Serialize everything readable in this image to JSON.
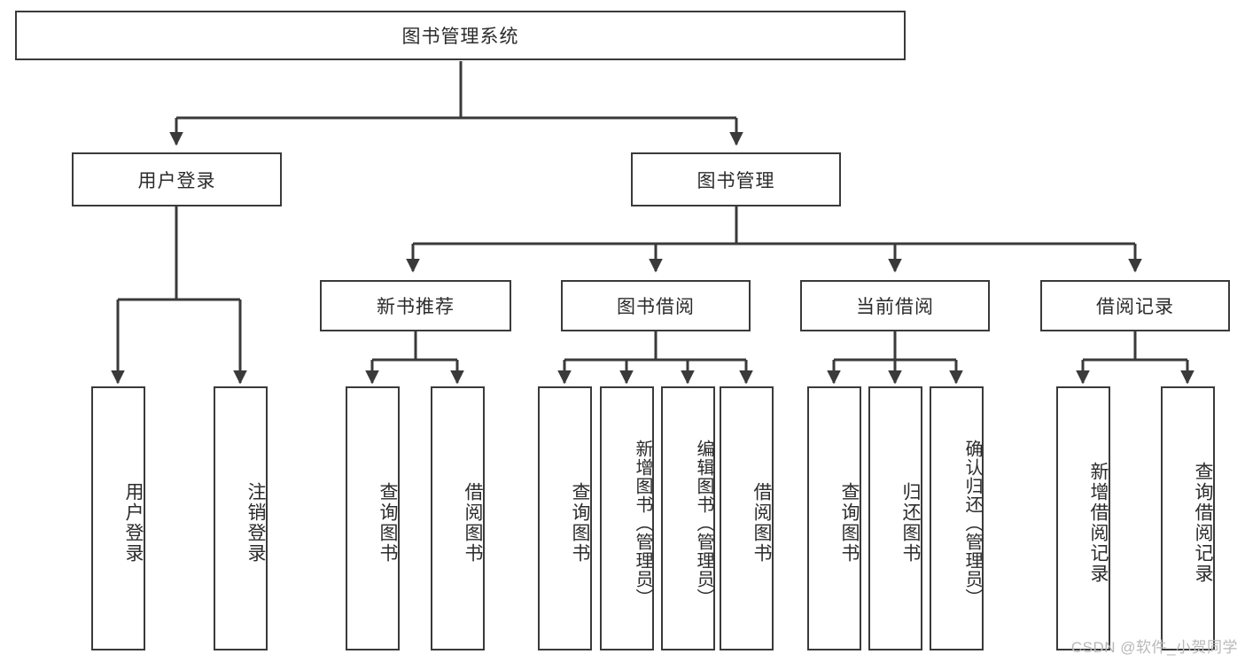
{
  "diagram": {
    "title": "图书管理系统",
    "type": "tree-hierarchy",
    "root": {
      "id": "root",
      "label": "图书管理系统"
    },
    "level2": [
      {
        "id": "user-login",
        "label": "用户登录"
      },
      {
        "id": "book-manage",
        "label": "图书管理"
      }
    ],
    "level3": [
      {
        "id": "new-book-rec",
        "label": "新书推荐",
        "parent": "book-manage"
      },
      {
        "id": "book-borrow",
        "label": "图书借阅",
        "parent": "book-manage"
      },
      {
        "id": "current-borrow",
        "label": "当前借阅",
        "parent": "book-manage"
      },
      {
        "id": "borrow-record",
        "label": "借阅记录",
        "parent": "book-manage"
      }
    ],
    "leaves": [
      {
        "id": "leaf-user-login",
        "label": "用户登录",
        "parent": "user-login"
      },
      {
        "id": "leaf-logout",
        "label": "注销登录",
        "parent": "user-login"
      },
      {
        "id": "leaf-query-book-1",
        "label": "查询图书",
        "parent": "new-book-rec"
      },
      {
        "id": "leaf-borrow-book-1",
        "label": "借阅图书",
        "parent": "new-book-rec"
      },
      {
        "id": "leaf-query-book-2",
        "label": "查询图书",
        "parent": "book-borrow"
      },
      {
        "id": "leaf-add-book",
        "label": "新增图书（管理员）",
        "parent": "book-borrow"
      },
      {
        "id": "leaf-edit-book",
        "label": "编辑图书（管理员）",
        "parent": "book-borrow"
      },
      {
        "id": "leaf-borrow-book-2",
        "label": "借阅图书",
        "parent": "book-borrow"
      },
      {
        "id": "leaf-query-book-3",
        "label": "查询图书",
        "parent": "current-borrow"
      },
      {
        "id": "leaf-return-book",
        "label": "归还图书",
        "parent": "current-borrow"
      },
      {
        "id": "leaf-confirm-return",
        "label": "确认归还（管理员）",
        "parent": "current-borrow"
      },
      {
        "id": "leaf-add-record",
        "label": "新增借阅记录",
        "parent": "borrow-record"
      },
      {
        "id": "leaf-query-record",
        "label": "查询借阅记录",
        "parent": "borrow-record"
      }
    ],
    "colors": {
      "border": "#3a3a3a",
      "text": "#2b2b2b",
      "background": "#ffffff",
      "watermark": "#b8b8b8"
    }
  },
  "watermark": {
    "text": "CSDN @软件_小贺同学"
  }
}
